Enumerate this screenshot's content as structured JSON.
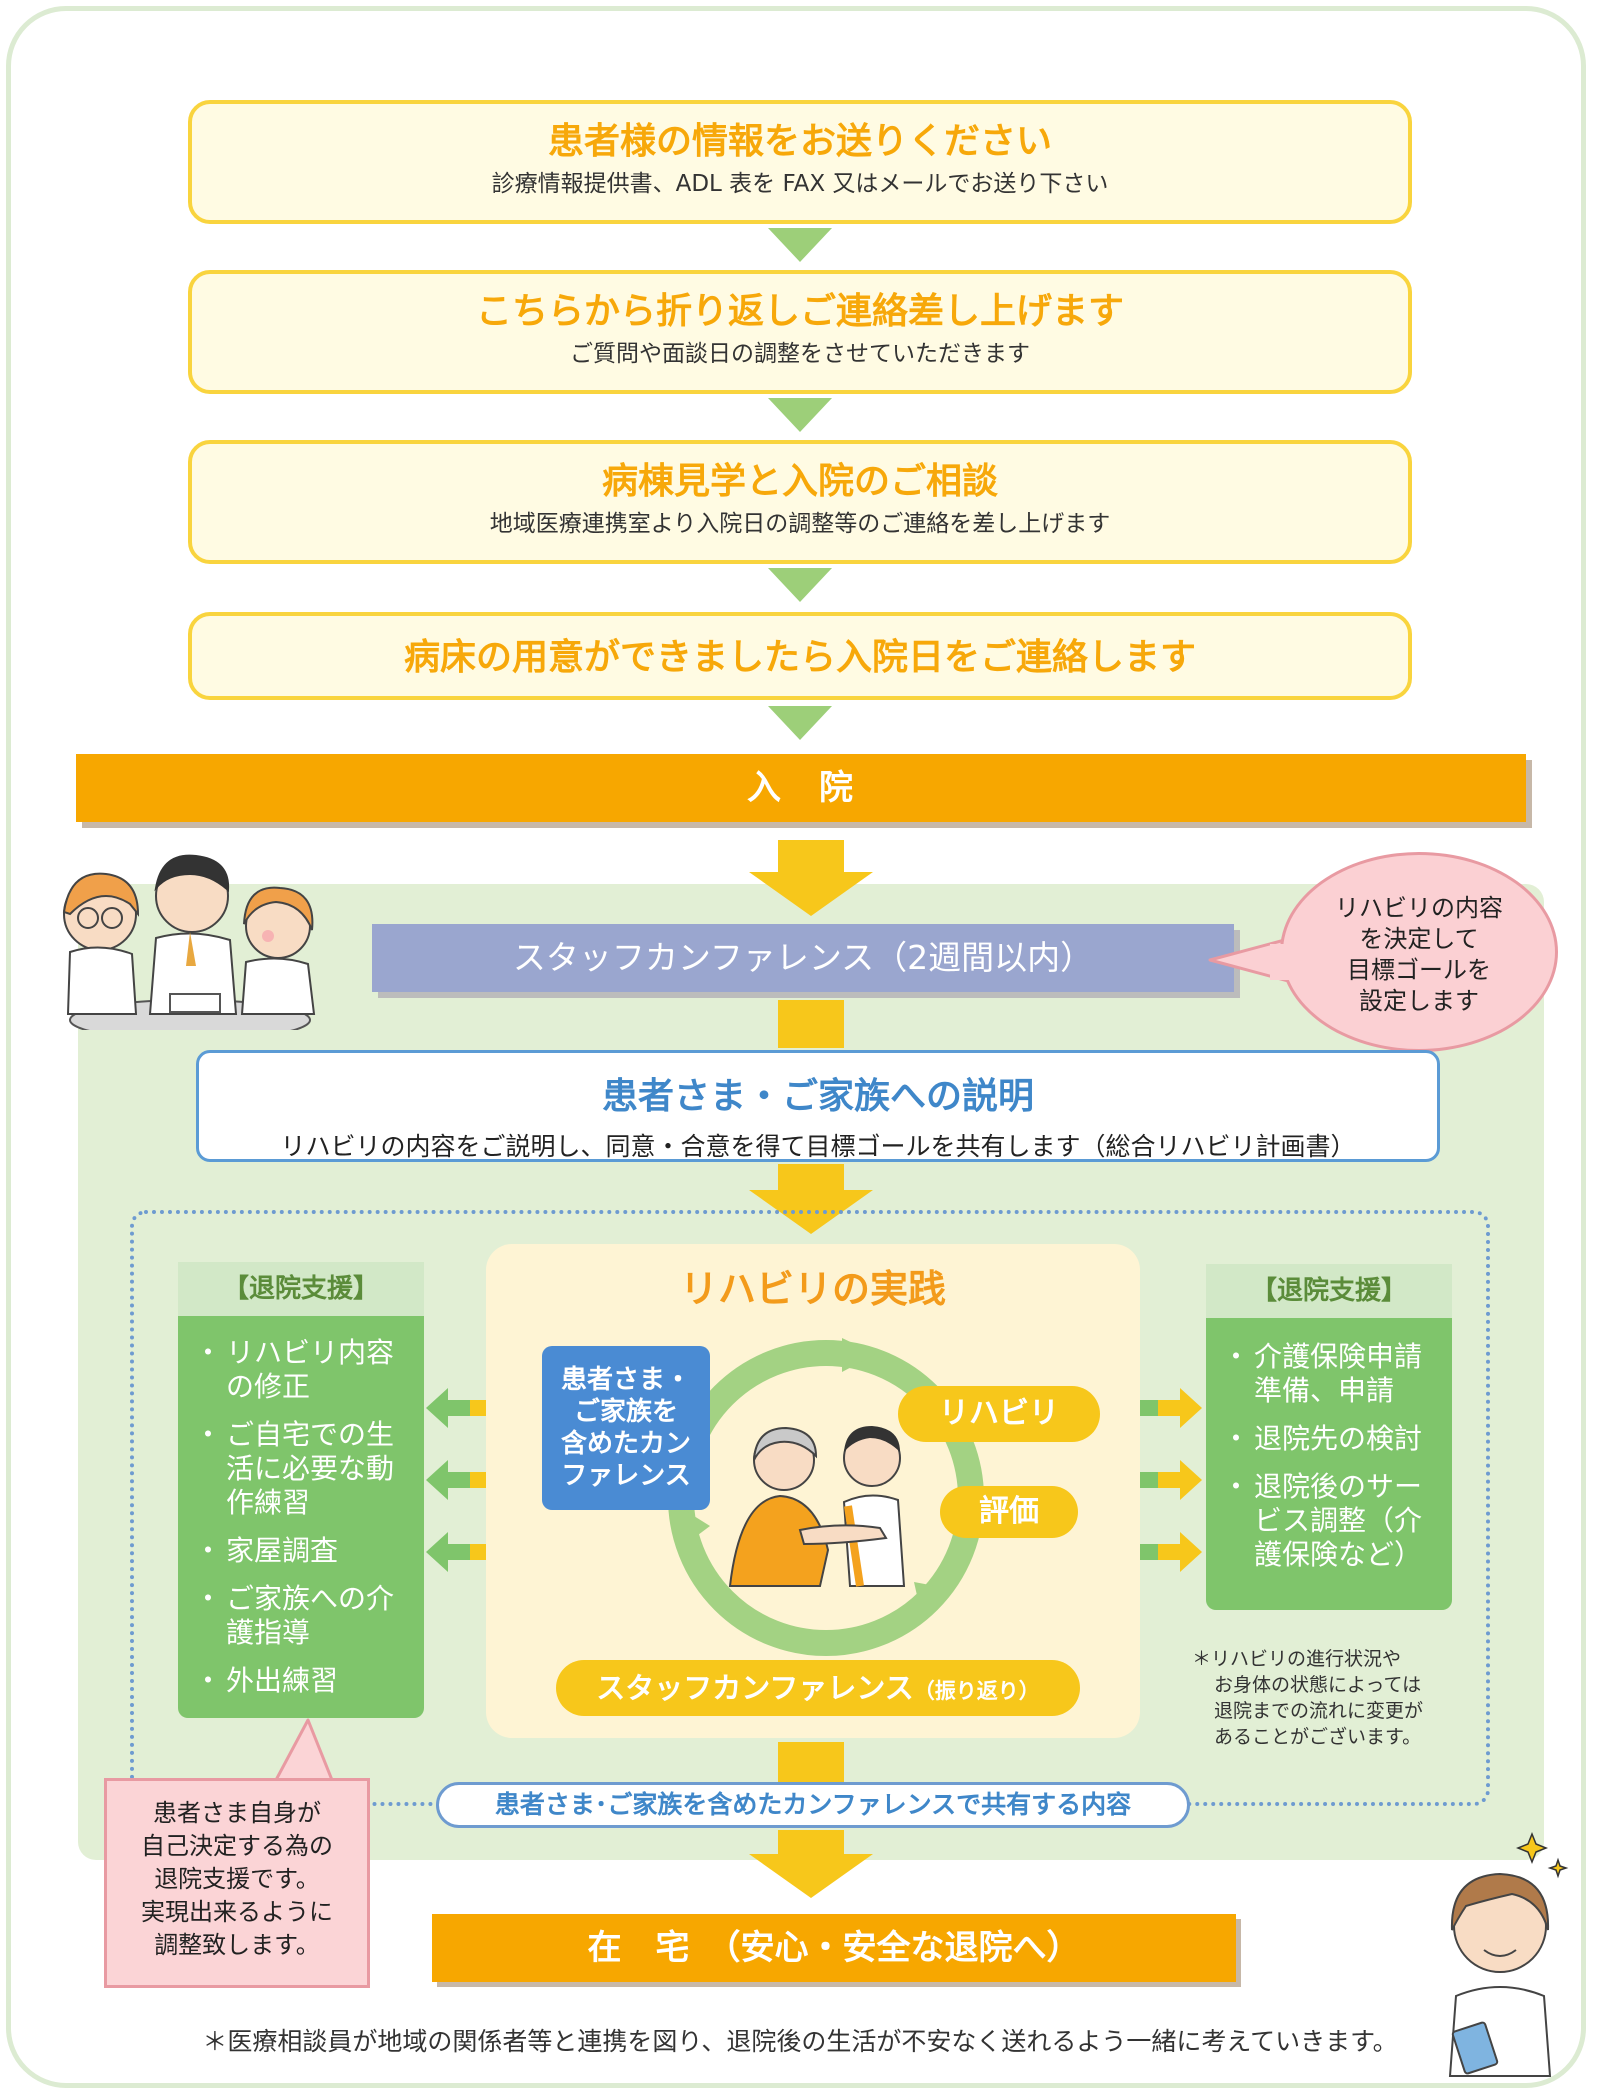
{
  "steps": [
    {
      "title": "患者様の情報をお送りください",
      "sub": "診療情報提供書、ADL 表を FAX 又はメールでお送り下さい"
    },
    {
      "title": "こちらから折り返しご連絡差し上げます",
      "sub": "ご質問や面談日の調整をさせていただきます"
    },
    {
      "title": "病棟見学と入院のご相談",
      "sub": "地域医療連携室より入院日の調整等のご連絡を差し上げます"
    },
    {
      "title": "病床の用意ができましたら入院日をご連絡します",
      "sub": ""
    }
  ],
  "admission": "入　院",
  "staff_conference": "スタッフカンファレンス（2週間以内）",
  "bubble": [
    "リハビリの内容",
    "を決定して",
    "目標ゴールを",
    "設定します"
  ],
  "explanation": {
    "title": "患者さま・ご家族への説明",
    "sub": "リハビリの内容をご説明し、同意・合意を得て目標ゴールを共有します（総合リハビリ計画書）"
  },
  "left_support": {
    "heading": "【退院支援】",
    "items": [
      "リハビリ内容の修正",
      "ご自宅での生活に必要な動作練習",
      "家屋調査",
      "ご家族への介護指導",
      "外出練習"
    ]
  },
  "right_support": {
    "heading": "【退院支援】",
    "items": [
      "介護保険申請準備、申請",
      "退院先の検討",
      "退院後のサービス調整（介護保険など）"
    ]
  },
  "rehab": {
    "title": "リハビリの実践",
    "conference_box": [
      "患者さま・",
      "ご家族を",
      "含めたカン",
      "ファレンス"
    ],
    "rehab_label": "リハビリ",
    "eval_label": "評価",
    "staff_review": "スタッフカンファレンス",
    "staff_review_small": "（振り返り）"
  },
  "right_note": [
    "＊リハビリの進行状況や",
    "お身体の状態によっては",
    "退院までの流れに変更が",
    "あることがございます。"
  ],
  "shared_label": "患者さま･ご家族を含めたカンファレンスで共有する内容",
  "pink_note": [
    "患者さま自身が",
    "自己決定する為の",
    "退院支援です。",
    "実現出来るように",
    "調整致します。"
  ],
  "home": "在　宅　（安心・安全な退院へ）",
  "footer": "＊医療相談員が地域の関係者等と連携を図り、退院後の生活が不安なく送れるよう一緒に考えていきます。",
  "colors": {
    "step_border": "#f9d43e",
    "step_text": "#f7a80a",
    "arrow_green": "#9dcf79",
    "admit_orange": "#f7a700",
    "arrow_yellow": "#f7c71b",
    "panel_green": "#e2efd5",
    "staff_blue": "#9aa6cf",
    "support_green": "#7fc56b",
    "conf_blue": "#4a8bd3"
  }
}
